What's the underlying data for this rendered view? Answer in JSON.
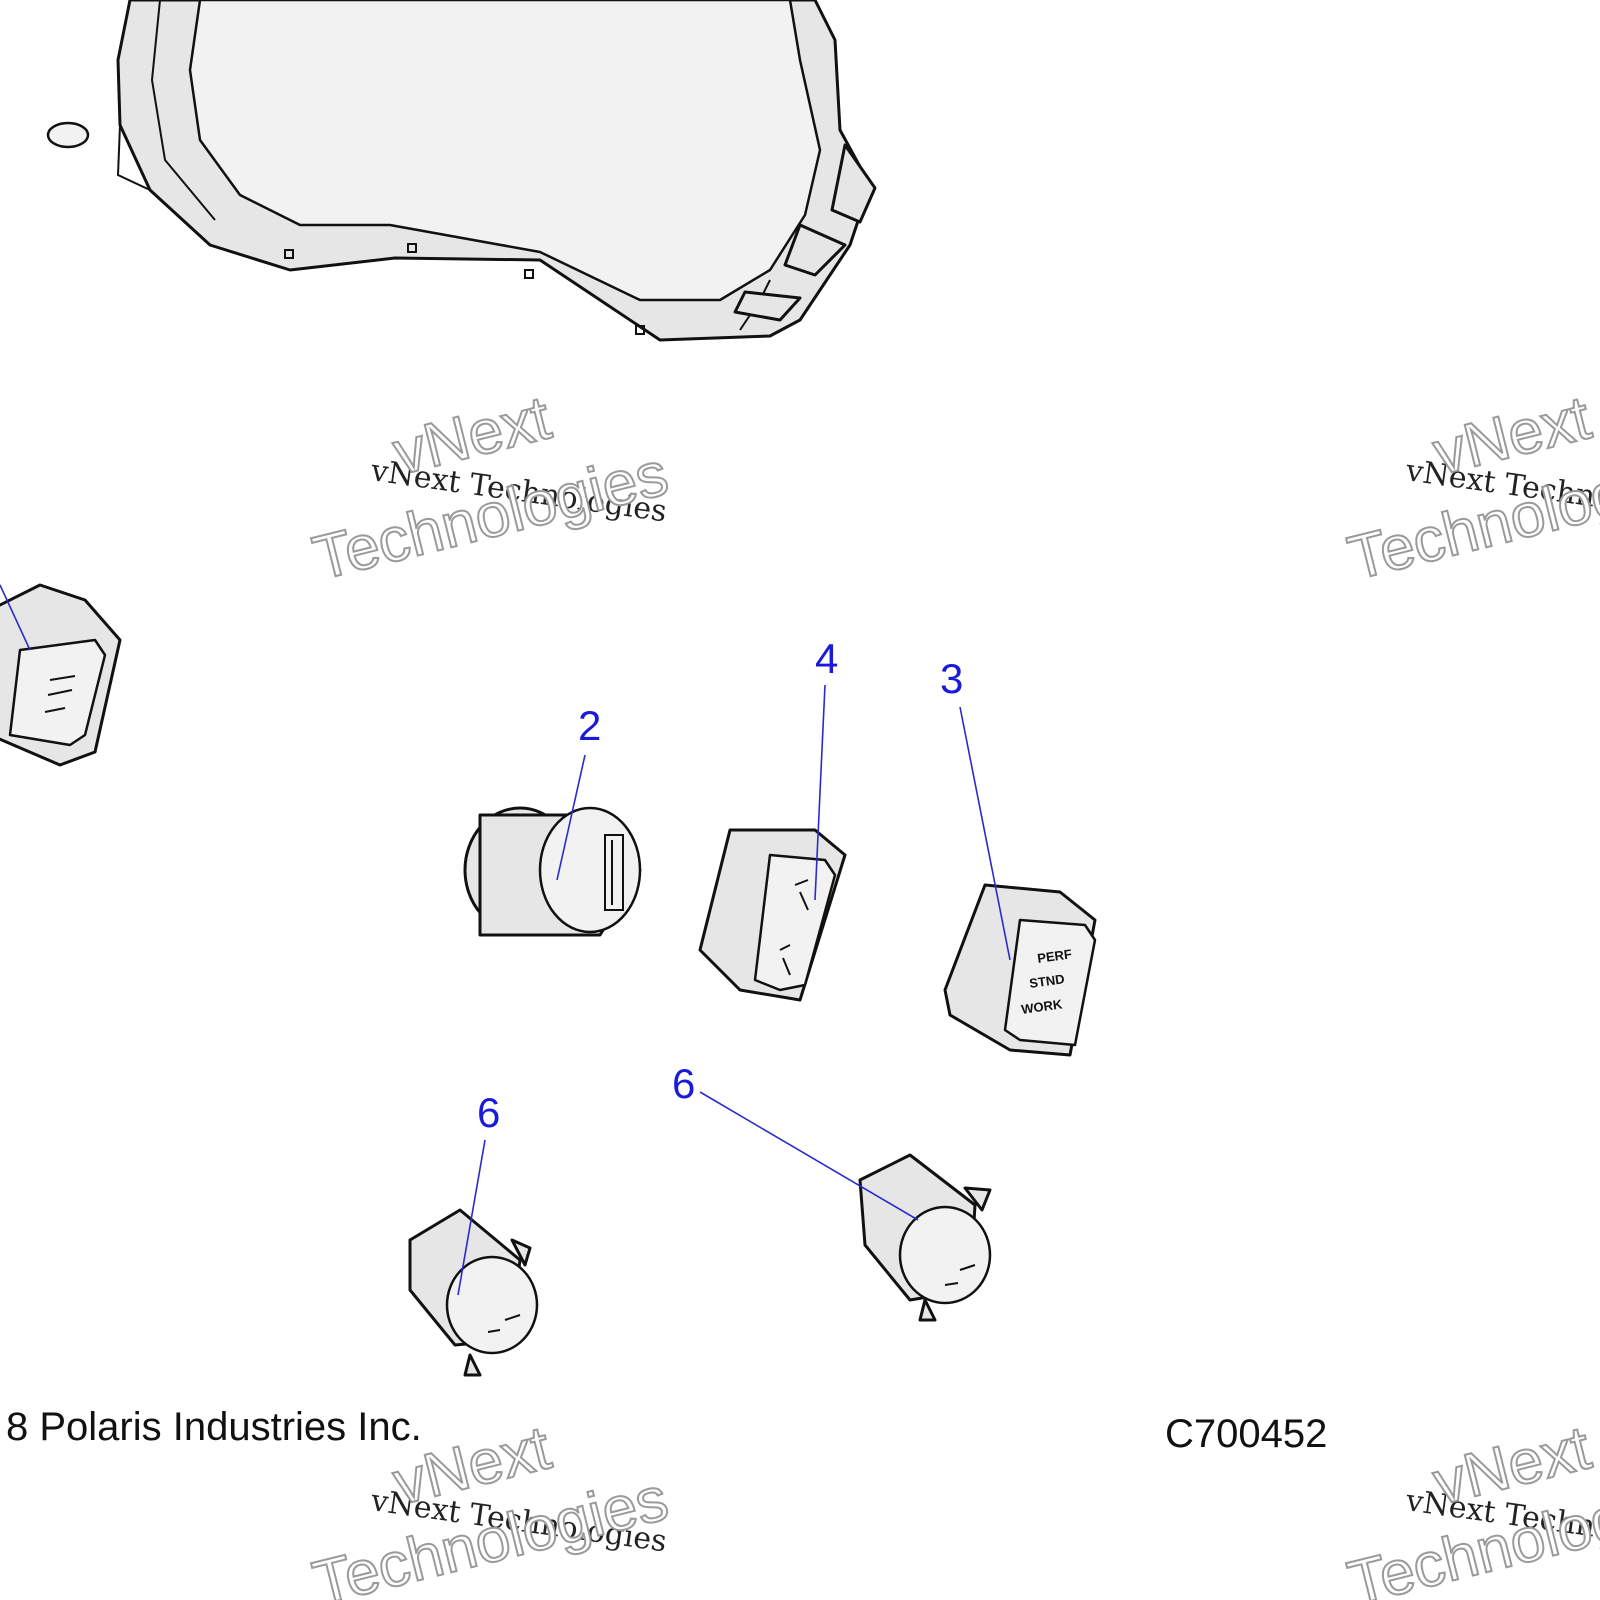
{
  "callouts": [
    {
      "id": "2",
      "label": "2"
    },
    {
      "id": "4",
      "label": "4"
    },
    {
      "id": "3",
      "label": "3"
    },
    {
      "id": "6a",
      "label": "6"
    },
    {
      "id": "6b",
      "label": "6"
    }
  ],
  "mode_switch_labels": [
    "PERF",
    "STND",
    "WORK"
  ],
  "watermark": {
    "line1": "vNext Technologies",
    "line2": "vNext",
    "line3": "Technologies"
  },
  "footer": {
    "copyright": "8 Polaris Industries Inc.",
    "figure_code": "C700452"
  },
  "colors": {
    "callout": "#1a1adb",
    "part_fill": "#e6e6e6",
    "outline": "#111111"
  },
  "icons": [
    "instrument-cluster",
    "headlight-switch",
    "ignition-key-switch",
    "awd-rocker-switch",
    "drive-mode-switch",
    "accessory-plug"
  ]
}
